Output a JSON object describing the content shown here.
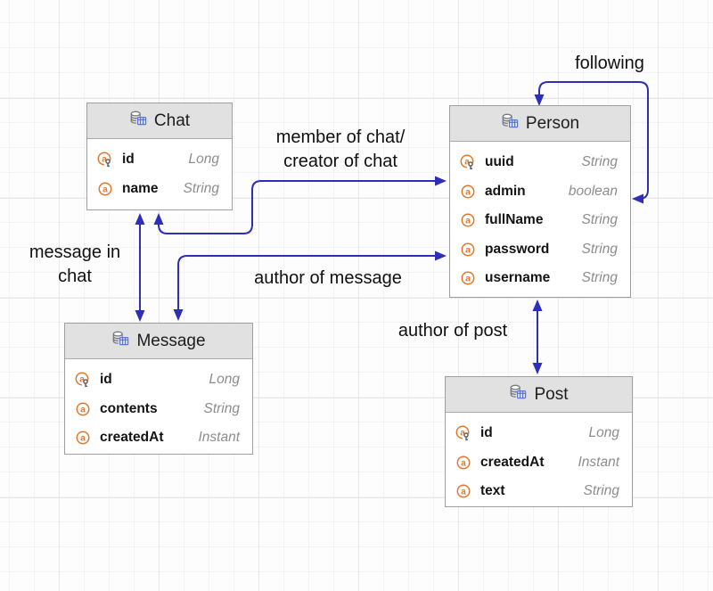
{
  "canvas": {
    "background": "#fdfdfd",
    "grid_minor_color": "#f3f3f3",
    "grid_major_color": "#e7e7e7"
  },
  "colors": {
    "arrow": "#2e2eb8",
    "attribute_icon": "#e2772d",
    "entity_header_bg": "#e1e1e1",
    "type_text": "#8d8d8d"
  },
  "entities": [
    {
      "name": "Chat",
      "fields": [
        {
          "name": "id",
          "type": "Long",
          "primary_key": true
        },
        {
          "name": "name",
          "type": "String",
          "primary_key": false
        }
      ]
    },
    {
      "name": "Person",
      "fields": [
        {
          "name": "uuid",
          "type": "String",
          "primary_key": true
        },
        {
          "name": "admin",
          "type": "boolean",
          "primary_key": false
        },
        {
          "name": "fullName",
          "type": "String",
          "primary_key": false
        },
        {
          "name": "password",
          "type": "String",
          "primary_key": false
        },
        {
          "name": "username",
          "type": "String",
          "primary_key": false
        }
      ]
    },
    {
      "name": "Message",
      "fields": [
        {
          "name": "id",
          "type": "Long",
          "primary_key": true
        },
        {
          "name": "contents",
          "type": "String",
          "primary_key": false
        },
        {
          "name": "createdAt",
          "type": "Instant",
          "primary_key": false
        }
      ]
    },
    {
      "name": "Post",
      "fields": [
        {
          "name": "id",
          "type": "Long",
          "primary_key": true
        },
        {
          "name": "createdAt",
          "type": "Instant",
          "primary_key": false
        },
        {
          "name": "text",
          "type": "String",
          "primary_key": false
        }
      ]
    }
  ],
  "relationships": [
    {
      "name": "following",
      "from": "Person",
      "to": "Person",
      "lines": [
        "following"
      ]
    },
    {
      "name": "member-of-chat",
      "from": "Chat",
      "to": "Person",
      "lines": [
        "member of chat/",
        "creator of chat"
      ]
    },
    {
      "name": "message-in-chat",
      "from": "Chat",
      "to": "Message",
      "lines": [
        "message in",
        "chat"
      ]
    },
    {
      "name": "author-of-message",
      "from": "Message",
      "to": "Person",
      "lines": [
        "author of message"
      ]
    },
    {
      "name": "author-of-post",
      "from": "Person",
      "to": "Post",
      "lines": [
        "author of post"
      ]
    }
  ]
}
